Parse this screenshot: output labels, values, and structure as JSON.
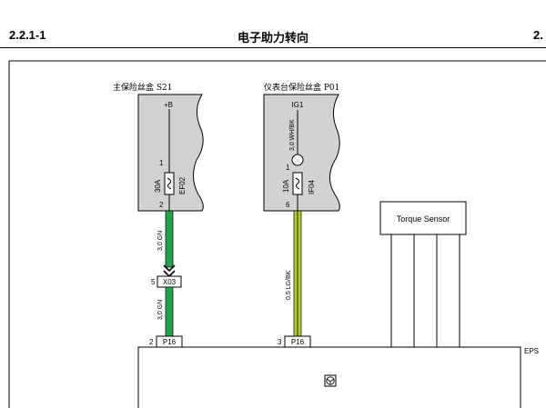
{
  "header": {
    "section_number": "2.2.1-1",
    "title": "电子助力转向",
    "right_fragment": "2."
  },
  "fuse_box_main": {
    "label": "主保险丝盒 S21",
    "supply": "+B",
    "pin_top": "1",
    "pin_bottom": "2",
    "fuse_rating": "30A",
    "fuse_id": "EF02"
  },
  "fuse_box_ip": {
    "label": "仪表台保险丝盒 P01",
    "supply": "IG1",
    "wire_label": "3,0 WH/BK",
    "pin_top": "1",
    "pin_bottom": "6",
    "fuse_rating": "10A",
    "fuse_id": "IF04"
  },
  "wires": {
    "w1_upper": "3,0 GN",
    "w1_lower": "3,0 GN",
    "w2": "0,5 LG/BK"
  },
  "connectors": {
    "x03_pin": "5",
    "x03_label": "X03",
    "p16a_pin": "2",
    "p16a_label": "P16",
    "p16b_pin": "3",
    "p16b_label": "P16"
  },
  "torque_sensor": {
    "label": "Torque Sensor"
  },
  "eps": {
    "label": "EPS"
  },
  "colors": {
    "wire_green": "#22a24a",
    "wire_lightgreen_black": "#b5cc3a",
    "box_fill": "#d2d2d2"
  }
}
